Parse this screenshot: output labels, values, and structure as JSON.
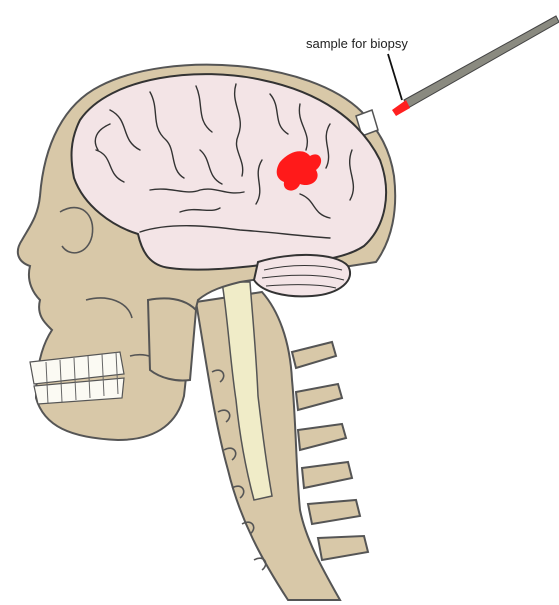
{
  "annotation": {
    "text": "sample for biopsy"
  },
  "colors": {
    "bone": "#d8c8a8",
    "bone_outline": "#555555",
    "brain": "#f3e4e6",
    "brain_outline": "#333333",
    "tumor": "#ff1a1a",
    "spinal_cord": "#f0ecc8",
    "needle": "#8a8a80",
    "needle_tip": "#ff2020",
    "teeth": "#fbfaf3"
  },
  "icons": [
    "skull-diagram",
    "brain-illustration",
    "biopsy-needle"
  ]
}
